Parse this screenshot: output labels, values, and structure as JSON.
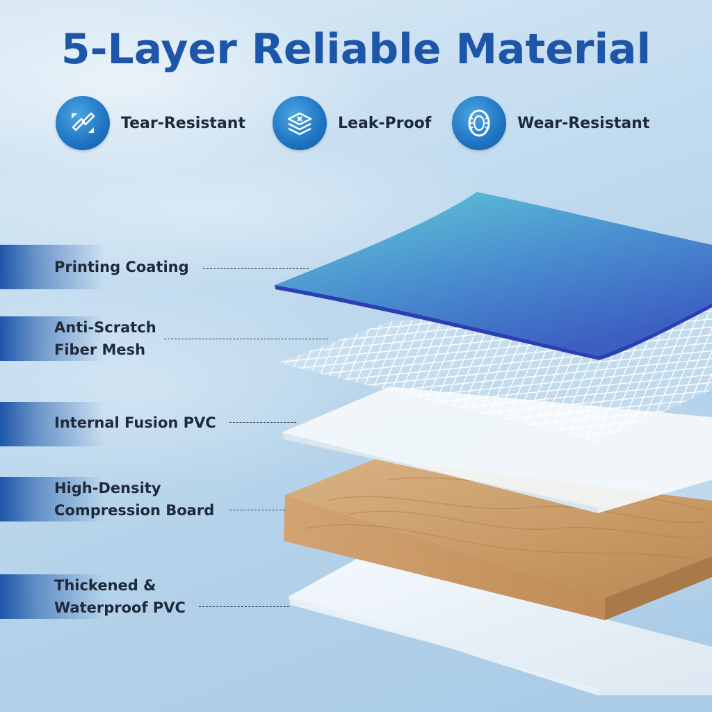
{
  "title": "5-Layer Reliable Material",
  "features": [
    {
      "label": "Tear-Resistant",
      "icon": "tear-resistant-icon"
    },
    {
      "label": "Leak-Proof",
      "icon": "layers-icon"
    },
    {
      "label": "Wear-Resistant",
      "icon": "tire-icon"
    }
  ],
  "layers": [
    {
      "line1": "Printing Coating",
      "line2": ""
    },
    {
      "line1": "Anti-Scratch",
      "line2": "Fiber Mesh"
    },
    {
      "line1": "Internal Fusion PVC",
      "line2": ""
    },
    {
      "line1": "High-Density",
      "line2": "Compression Board"
    },
    {
      "line1": "Thickened &",
      "line2": "Waterproof PVC"
    }
  ],
  "colors": {
    "title": "#1d56a8",
    "badge": "#1f74c2",
    "coating_top": "#5ec3d4",
    "coating_bottom": "#3a6fc8",
    "wood": "#c89a66"
  }
}
